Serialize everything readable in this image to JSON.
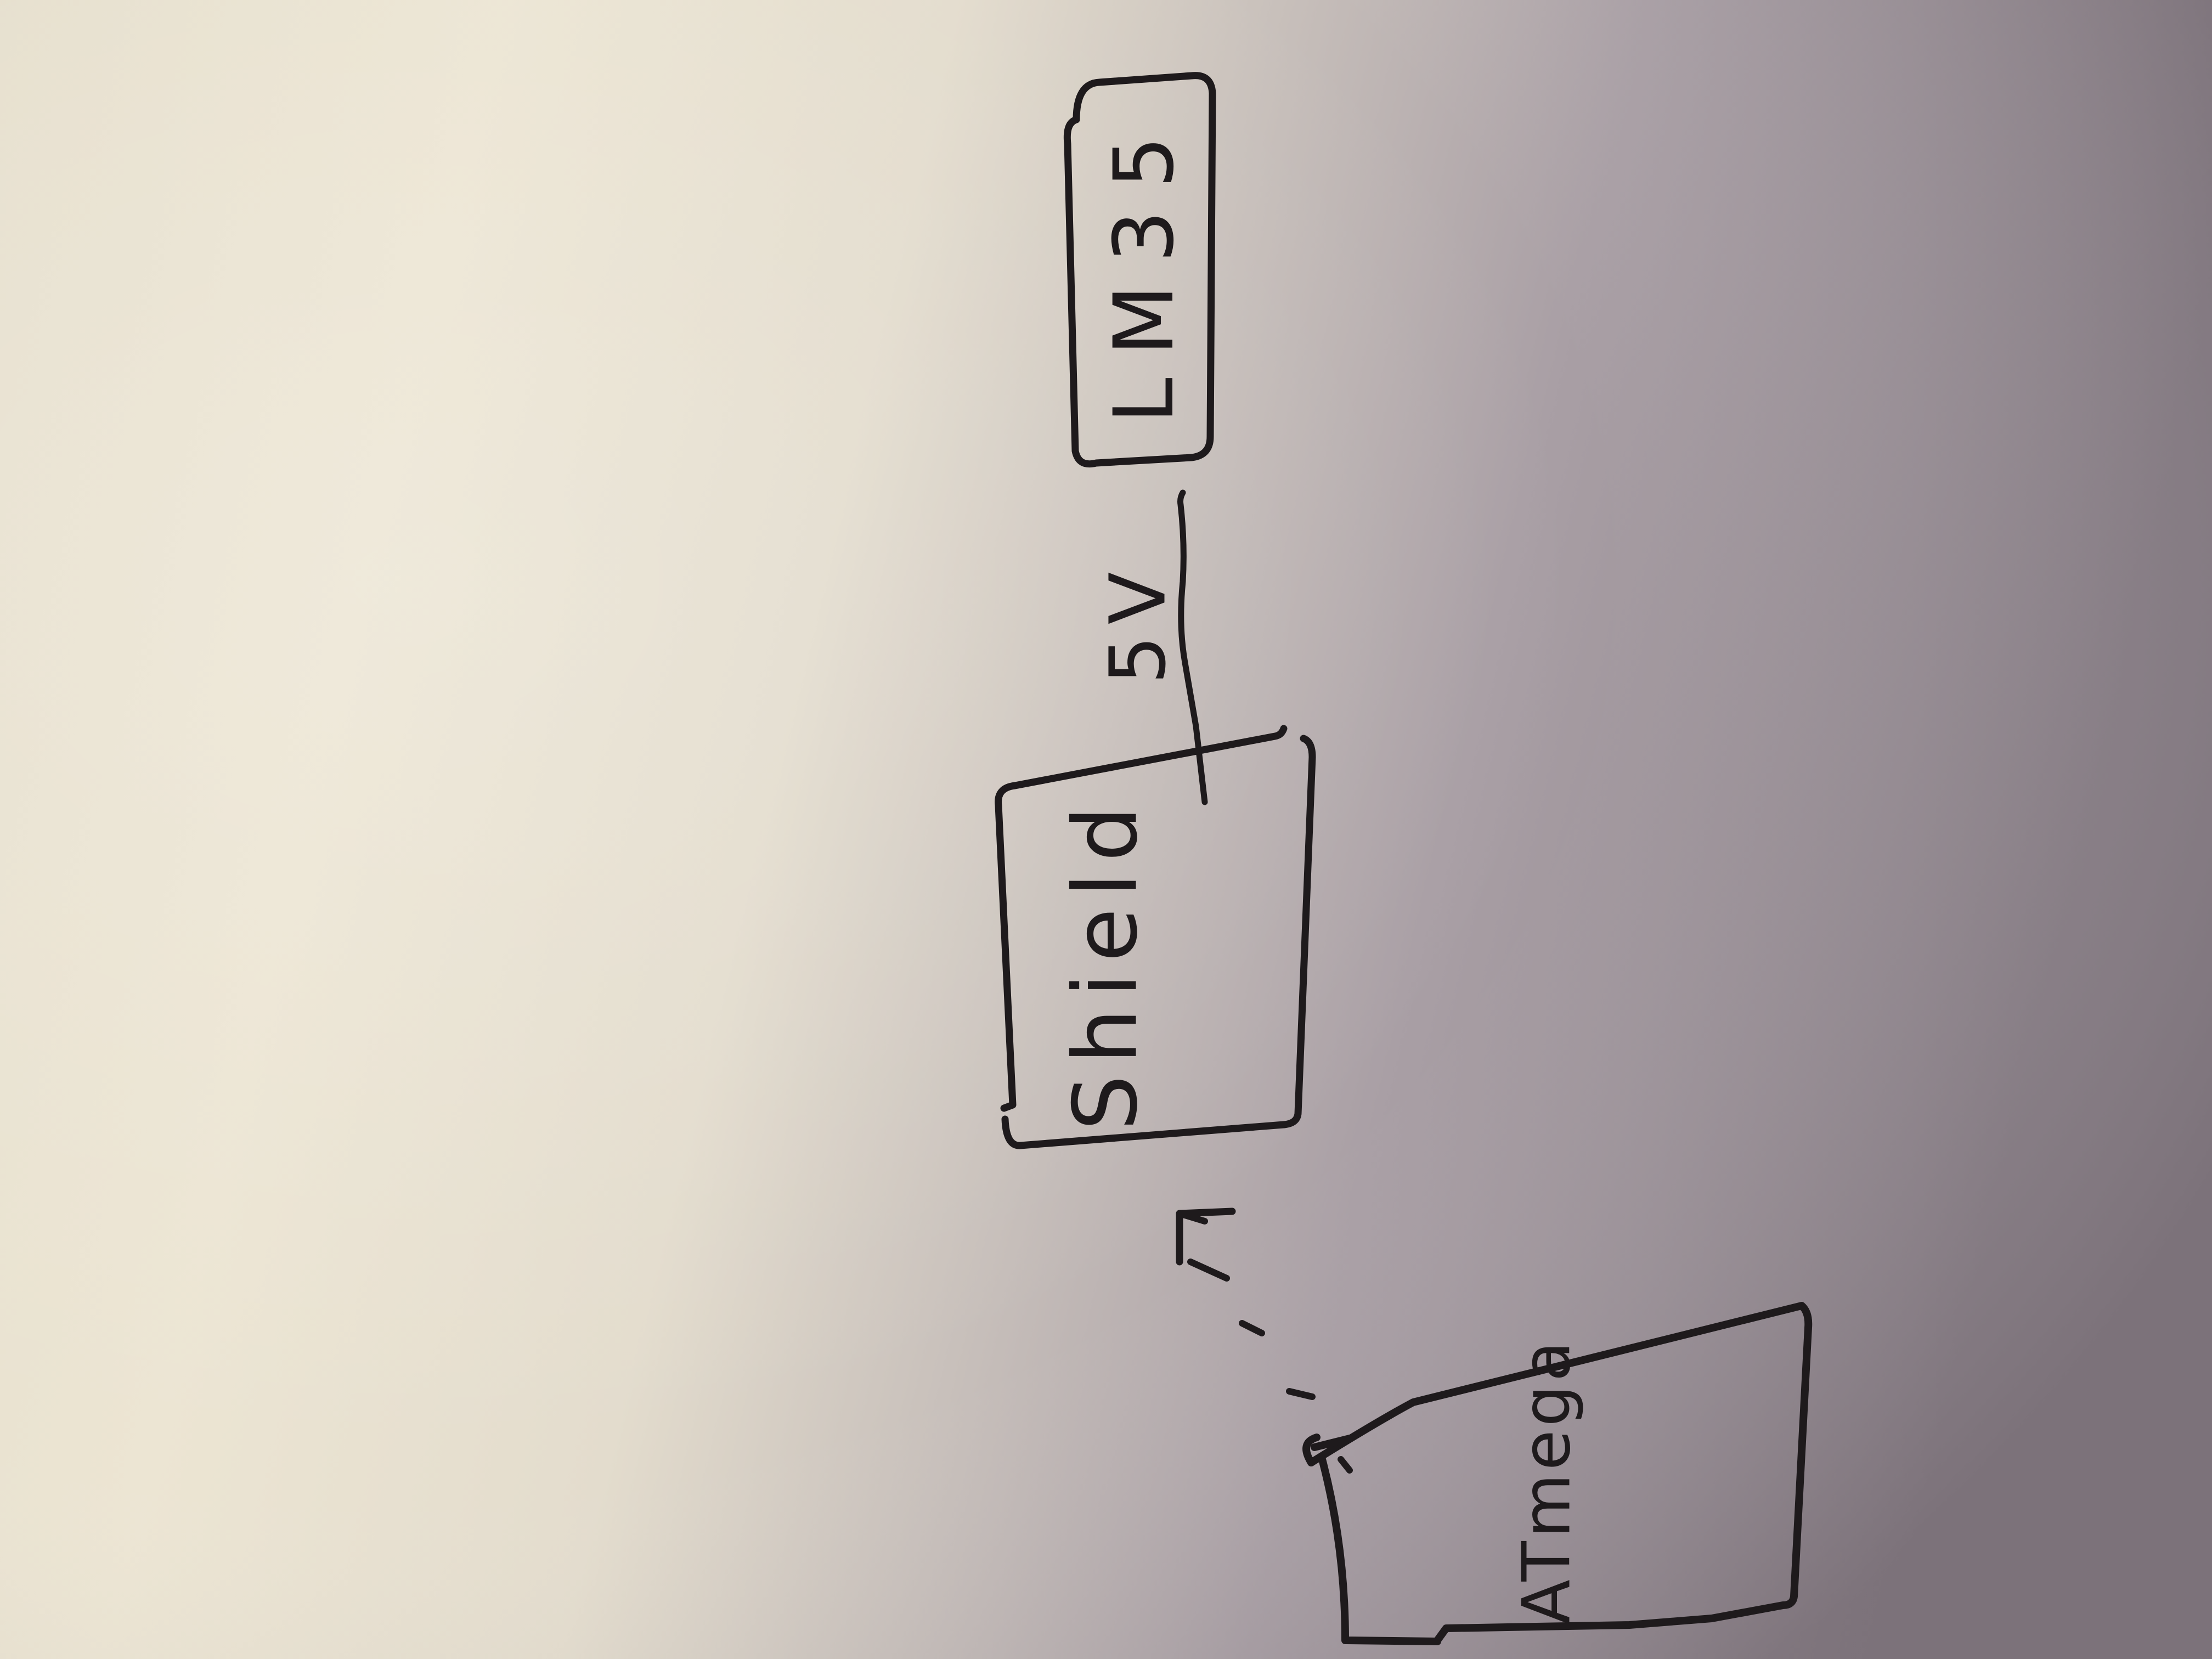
{
  "diagram": {
    "nodes": {
      "shield": {
        "label": "Shield"
      },
      "lm35": {
        "label": "LM35"
      },
      "atmega": {
        "label": "ATmega"
      }
    },
    "edges": {
      "shield_lm35": {
        "label": "5V",
        "style": "solid"
      },
      "atmega_shield": {
        "label": "",
        "style": "dashed-arrow"
      }
    }
  }
}
